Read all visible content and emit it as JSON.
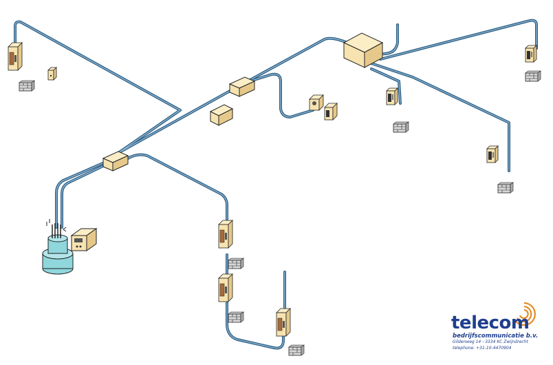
{
  "company": {
    "name": "telecom",
    "subtitle": "bedrijfscommunicatie b.v.",
    "address": "Gildenweg 14 - 3334 KC Zwijndrecht",
    "telephone": "telephone: +31-10-4470904"
  },
  "colors": {
    "cable": "#2d5f86",
    "cable_highlight": "#8fb6d1",
    "box_fill": "#f7e3b0",
    "box_side": "#e6c98a",
    "outlet": "#9a9a9a",
    "main_unit": "#8fd7dc",
    "logo_text": "#1f3f8f",
    "logo_swirl": "#e58a2b"
  },
  "icons": [
    "junction-box-icon",
    "wall-cabinet-icon",
    "wall-socket-icon",
    "main-distribution-frame-icon",
    "control-panel-icon",
    "telephone-icon"
  ]
}
